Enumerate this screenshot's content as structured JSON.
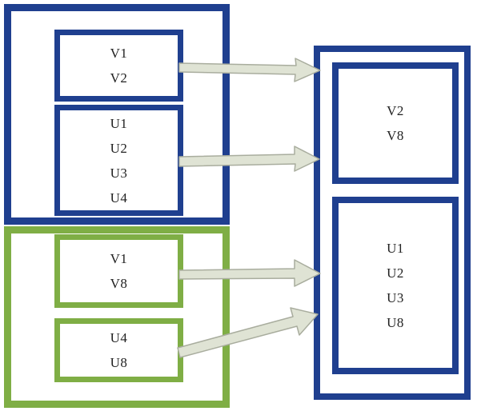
{
  "left_top": {
    "box_v1v2": [
      "V1",
      "V2"
    ],
    "box_u1u4": [
      "U1",
      "U2",
      "U3",
      "U4"
    ]
  },
  "left_bottom": {
    "box_v1v8": [
      "V1",
      "V8"
    ],
    "box_u4u8": [
      "U4",
      "U8"
    ]
  },
  "right": {
    "box_v2v8": [
      "V2",
      "V8"
    ],
    "box_u1u8": [
      "U1",
      "U2",
      "U3",
      "U8"
    ]
  },
  "colors": {
    "blue": "#1f3f8f",
    "green": "#7fae45",
    "arrow": "#dfe3d4"
  }
}
